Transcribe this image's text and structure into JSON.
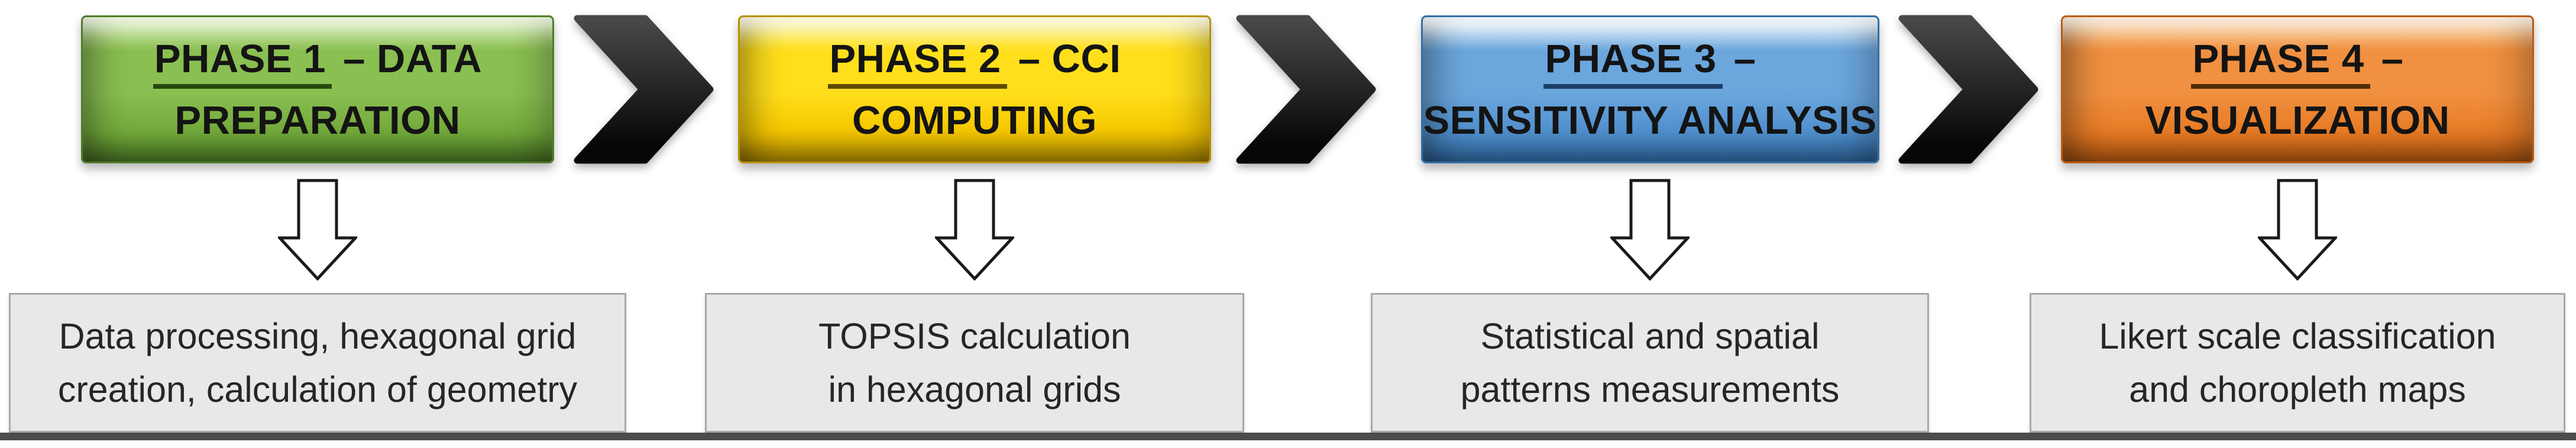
{
  "diagram": {
    "background": "#ffffff",
    "title_text_color": "#141414",
    "bottom_bar_color": "#4c4c4c",
    "chevron_icon": {
      "top_color": "#494949",
      "bottom_color": "#060606"
    },
    "down_arrow_icon": {
      "fill": "#ffffff",
      "stroke": "#1a1a1a"
    },
    "description_box": {
      "background": "#e9e8e8",
      "border_color": "#a9a9a9",
      "text_color": "#262626"
    },
    "phases": [
      {
        "title_underlined": "PHASE 1",
        "title_rest": " – DATA",
        "title_line2": "PREPARATION",
        "description_line1": "Data processing, hexagonal grid",
        "description_line2": "creation, calculation of geometry",
        "colors": {
          "light": "#cde9a4",
          "main": "#8abf52",
          "mid": "#74ab3c",
          "dark": "#4e7d27",
          "underline": "#27490f"
        }
      },
      {
        "title_underlined": "PHASE 2",
        "title_rest": " – CCI",
        "title_line2": "COMPUTING",
        "description_line1": "TOPSIS calculation",
        "description_line2": "in hexagonal grids",
        "colors": {
          "light": "#fff59e",
          "main": "#ffdf1b",
          "mid": "#f7c800",
          "dark": "#b89200",
          "underline": "#5e4b00"
        }
      },
      {
        "title_underlined": "PHASE 3",
        "title_rest": " –",
        "title_line2": "SENSITIVITY ANALYSIS",
        "description_line1": "Statistical and spatial",
        "description_line2": "patterns measurements",
        "colors": {
          "light": "#d9ecf9",
          "main": "#6ba6dd",
          "mid": "#5191cf",
          "dark": "#336ea9",
          "underline": "#1c3f66"
        }
      },
      {
        "title_underlined": "PHASE 4",
        "title_rest": " –",
        "title_line2": "VISUALIZATION",
        "description_line1": "Likert scale classification",
        "description_line2": "and choropleth maps",
        "colors": {
          "light": "#facf9d",
          "main": "#f09040",
          "mid": "#e87c26",
          "dark": "#bb5c12",
          "underline": "#4f2d09"
        }
      }
    ]
  }
}
